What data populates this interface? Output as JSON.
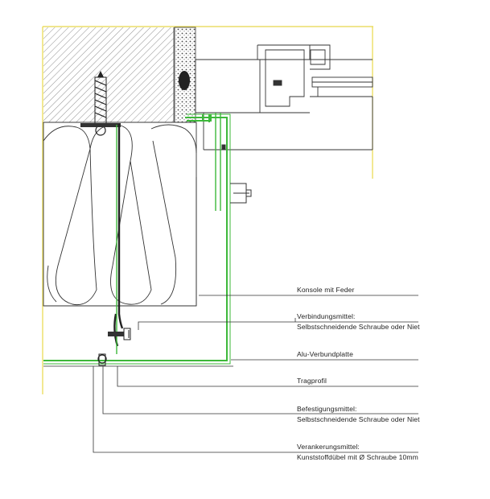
{
  "callouts": [
    {
      "lines": [
        "Konsole mit Feder"
      ]
    },
    {
      "lines": [
        "Verbindungsmittel:",
        "Selbstschneidende Schraube oder Niet"
      ]
    },
    {
      "lines": [
        "Alu-Verbundplatte"
      ]
    },
    {
      "lines": [
        "Tragprofil"
      ]
    },
    {
      "lines": [
        "Befestigungsmittel:",
        "Selbstschneidende Schraube oder Niet"
      ]
    },
    {
      "lines": [
        "Verankerungsmittel:",
        "Kunststoffdübel mit Ø Schraube 10mm"
      ]
    }
  ],
  "colors": {
    "accent_green": "#3db83a",
    "frame_yellow": "#e8d84a",
    "line_dark": "#333333",
    "hatch": "#555555"
  },
  "icons": [
    "hatched-masonry-wall",
    "insulation-boards",
    "anchor-screw-icon",
    "window-frame-profile"
  ]
}
